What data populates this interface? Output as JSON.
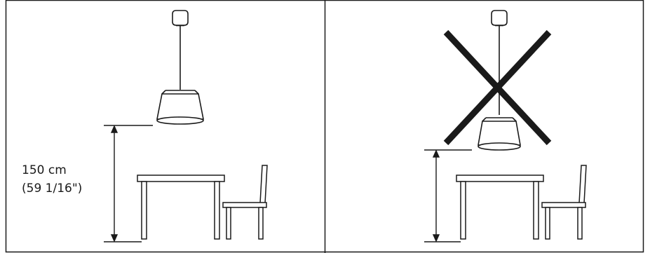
{
  "panels": [
    {
      "id": "correct-installation",
      "height_value": "150 cm",
      "height_imperial": "(59 1/16\")",
      "crossed_out": false
    },
    {
      "id": "incorrect-installation",
      "height_value": "",
      "height_imperial": "",
      "crossed_out": true
    }
  ],
  "colors": {
    "line": "#1a1a1a",
    "cross": "#1a1a1a",
    "shade_fill": "#ffffff",
    "background": "#ffffff"
  }
}
